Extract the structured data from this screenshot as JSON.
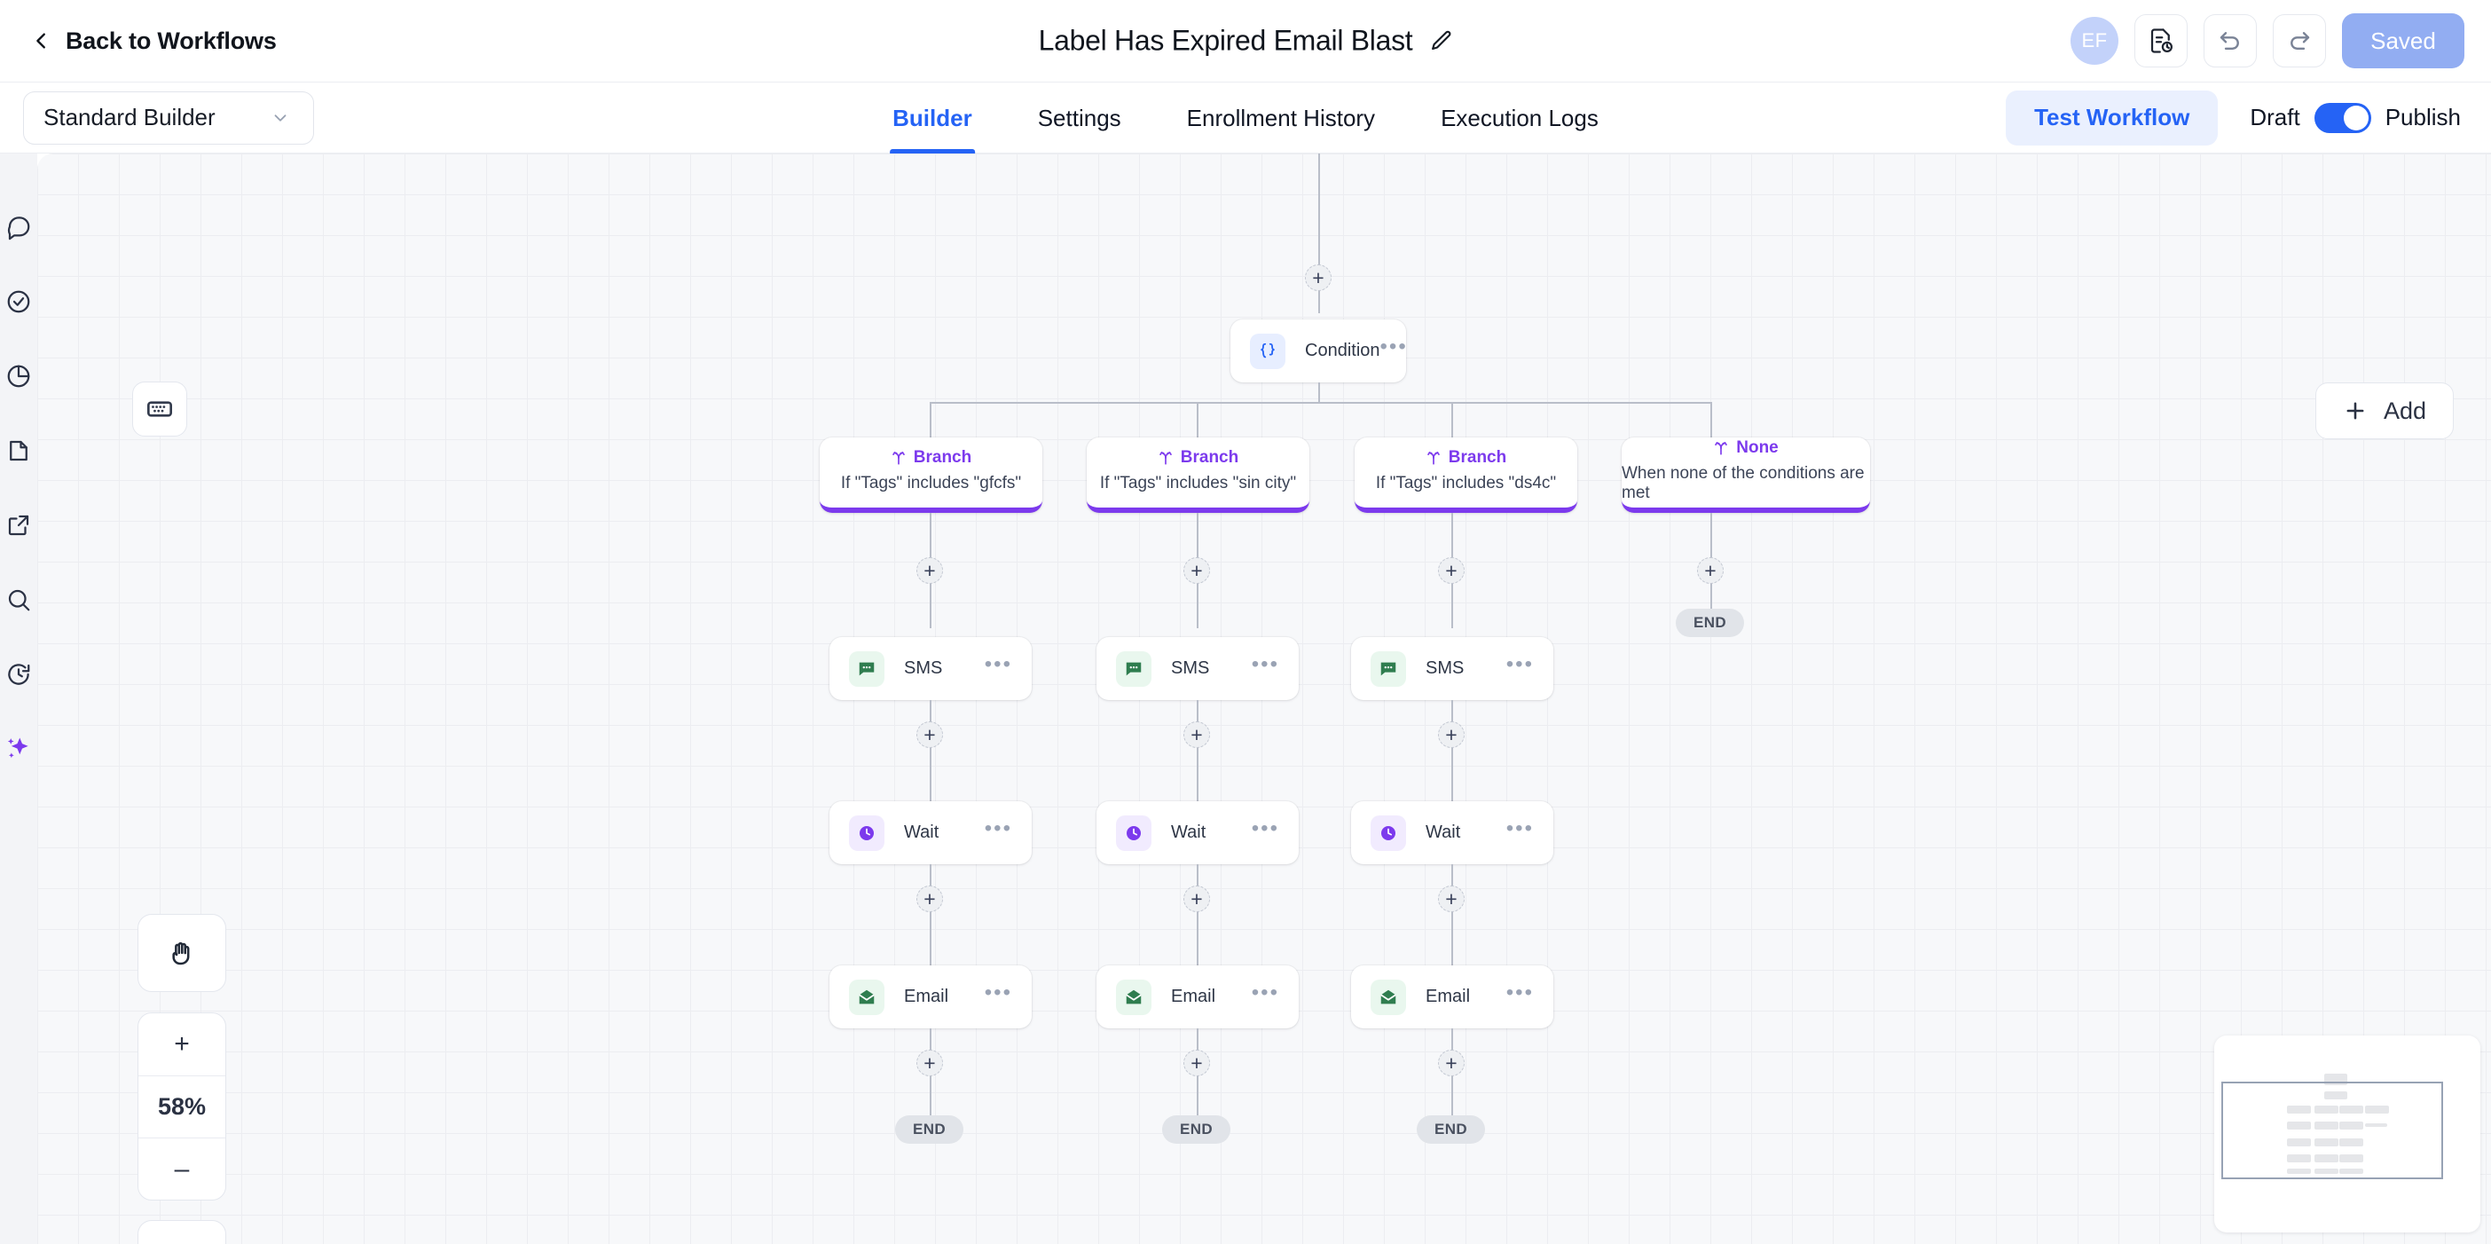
{
  "header": {
    "back_label": "Back to Workflows",
    "workflow_title": "Label Has Expired Email Blast",
    "edit_icon": "pencil-icon",
    "avatar_initials": "EF",
    "version_history_icon": "document-history-icon",
    "undo_icon": "undo-icon",
    "redo_icon": "redo-icon",
    "save_status": "Saved"
  },
  "subheader": {
    "builder_mode": "Standard Builder",
    "builder_caret": "chevron-down-icon",
    "tabs": [
      {
        "label": "Builder",
        "active": true
      },
      {
        "label": "Settings",
        "active": false
      },
      {
        "label": "Enrollment History",
        "active": false
      },
      {
        "label": "Execution Logs",
        "active": false
      }
    ],
    "test_workflow": "Test Workflow",
    "draft_label": "Draft",
    "publish_label": "Publish",
    "toggle_on": true
  },
  "sidebar": {
    "items": [
      {
        "name": "chat-icon"
      },
      {
        "name": "check-circle-icon"
      },
      {
        "name": "pie-chart-icon"
      },
      {
        "name": "file-icon"
      },
      {
        "name": "external-link-icon"
      },
      {
        "name": "search-icon"
      },
      {
        "name": "history-icon"
      },
      {
        "name": "sparkle-icon"
      }
    ]
  },
  "canvas": {
    "keyboard_shortcuts_icon": "keyboard-icon",
    "add_button": "Add",
    "add_icon": "plus-icon",
    "pan_icon": "hand-icon",
    "zoom_in": "+",
    "zoom_level": "58%",
    "zoom_out": "–",
    "fit_icon": "fit-screen-icon",
    "end_label": "END",
    "plus_label": "+"
  },
  "flow": {
    "condition": {
      "label": "Condition",
      "icon": "braces-icon",
      "menu": "•••"
    },
    "branches": [
      {
        "title": "Branch",
        "subtitle": "If \"Tags\" includes \"gfcfs\"",
        "icon": "branch-icon"
      },
      {
        "title": "Branch",
        "subtitle": "If \"Tags\" includes \"sin city\"",
        "icon": "branch-icon"
      },
      {
        "title": "Branch",
        "subtitle": "If \"Tags\" includes \"ds4c\"",
        "icon": "branch-icon"
      },
      {
        "title": "None",
        "subtitle": "When none of the conditions are met",
        "icon": "branch-icon"
      }
    ],
    "columns": [
      {
        "steps": [
          {
            "label": "SMS",
            "icon": "sms-icon",
            "tone": "green",
            "menu": "•••"
          },
          {
            "label": "Wait",
            "icon": "clock-icon",
            "tone": "violet",
            "menu": "•••"
          },
          {
            "label": "Email",
            "icon": "email-icon",
            "tone": "green",
            "menu": "•••"
          }
        ],
        "end": "END"
      },
      {
        "steps": [
          {
            "label": "SMS",
            "icon": "sms-icon",
            "tone": "green",
            "menu": "•••"
          },
          {
            "label": "Wait",
            "icon": "clock-icon",
            "tone": "violet",
            "menu": "•••"
          },
          {
            "label": "Email",
            "icon": "email-icon",
            "tone": "green",
            "menu": "•••"
          }
        ],
        "end": "END"
      },
      {
        "steps": [
          {
            "label": "SMS",
            "icon": "sms-icon",
            "tone": "green",
            "menu": "•••"
          },
          {
            "label": "Wait",
            "icon": "clock-icon",
            "tone": "violet",
            "menu": "•••"
          },
          {
            "label": "Email",
            "icon": "email-icon",
            "tone": "green",
            "menu": "•••"
          }
        ],
        "end": "END"
      },
      {
        "steps": [],
        "end": "END"
      }
    ]
  },
  "colors": {
    "accent_blue": "#2563f5",
    "branch_purple": "#7c3aed",
    "saved_button": "#92adf2",
    "green_icon": "#2f7d4f",
    "canvas_bg": "#f7f8fa"
  }
}
